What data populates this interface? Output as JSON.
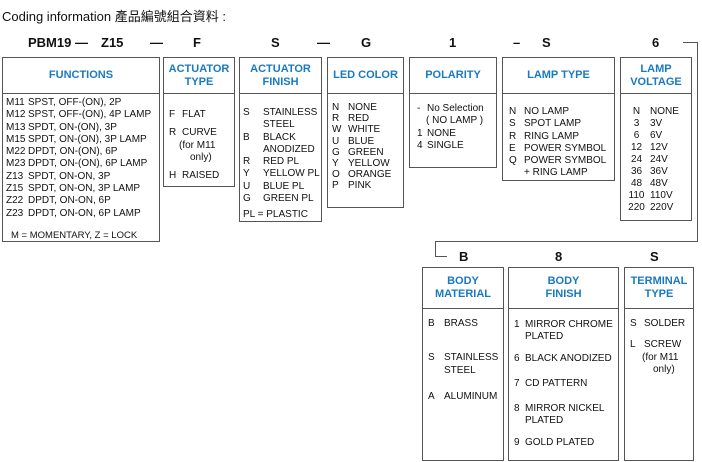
{
  "title": "Coding information 產品編號組合資料 :",
  "code": {
    "model": "PBM19",
    "dash1": "—",
    "c1": "Z15",
    "dash2": "—",
    "c2": "F",
    "c3": "S",
    "dash3": "—",
    "c4": "G",
    "c5": "1",
    "dash4": "–",
    "c6": "S",
    "c7": "6",
    "c8": "B",
    "c9": "8",
    "c10": "S"
  },
  "functions": {
    "header": "FUNCTIONS",
    "items": [
      {
        "code": "M11",
        "desc": "SPST, OFF-(ON), 2P"
      },
      {
        "code": "M12",
        "desc": "SPST, OFF-(ON), 4P LAMP"
      },
      {
        "code": "M13",
        "desc": "SPDT, ON-(ON), 3P"
      },
      {
        "code": "M15",
        "desc": "SPDT, ON-(ON), 3P LAMP"
      },
      {
        "code": "M22",
        "desc": "DPDT, ON-(ON), 6P"
      },
      {
        "code": "M23",
        "desc": "DPDT, ON-(ON), 6P LAMP"
      },
      {
        "code": "Z13",
        "desc": "SPDT, ON-ON, 3P"
      },
      {
        "code": "Z15",
        "desc": "SPDT, ON-ON, 3P LAMP"
      },
      {
        "code": "Z22",
        "desc": "DPDT, ON-ON, 6P"
      },
      {
        "code": "Z23",
        "desc": "DPDT, ON-ON, 6P LAMP"
      }
    ],
    "note": "M = MOMENTARY, Z = LOCK"
  },
  "actuator_type": {
    "header_1": "ACTUATOR",
    "header_2": "TYPE",
    "f_code": "F",
    "f_desc": "FLAT",
    "r_code": "R",
    "r_desc": "CURVE",
    "r_note_1": "(for M11",
    "r_note_2": "only)",
    "h_code": "H",
    "h_desc": "RAISED"
  },
  "actuator_finish": {
    "header_1": "ACTUATOR",
    "header_2": "FINISH",
    "items": [
      {
        "code": "S",
        "desc": "STAINLESS"
      },
      {
        "code": "",
        "desc": "STEEL"
      },
      {
        "code": "B",
        "desc": "BLACK"
      },
      {
        "code": "",
        "desc": "ANODIZED"
      },
      {
        "code": "R",
        "desc": "RED PL"
      },
      {
        "code": "Y",
        "desc": "YELLOW PL"
      },
      {
        "code": "U",
        "desc": "BLUE PL"
      },
      {
        "code": "G",
        "desc": "GREEN PL"
      }
    ],
    "note": "PL = PLASTIC"
  },
  "led_color": {
    "header": "LED COLOR",
    "items": [
      {
        "code": "N",
        "desc": "NONE"
      },
      {
        "code": "R",
        "desc": "RED"
      },
      {
        "code": "W",
        "desc": "WHITE"
      },
      {
        "code": "U",
        "desc": "BLUE"
      },
      {
        "code": "G",
        "desc": "GREEN"
      },
      {
        "code": "Y",
        "desc": "YELLOW"
      },
      {
        "code": "O",
        "desc": "ORANGE"
      },
      {
        "code": "P",
        "desc": "PINK"
      }
    ]
  },
  "polarity": {
    "header": "POLARITY",
    "sel_code": "-",
    "sel_desc": "No Selection",
    "sel_note": "( NO LAMP )",
    "one_code": "1",
    "one_desc": "NONE",
    "four_code": "4",
    "four_desc": "SINGLE"
  },
  "lamp_type": {
    "header": "LAMP TYPE",
    "items": [
      {
        "code": "N",
        "desc": "NO LAMP"
      },
      {
        "code": "S",
        "desc": "SPOT LAMP"
      },
      {
        "code": "R",
        "desc": "RING LAMP"
      },
      {
        "code": "E",
        "desc": "POWER SYMBOL"
      },
      {
        "code": "Q",
        "desc": "POWER SYMBOL"
      }
    ],
    "note": "+ RING LAMP"
  },
  "lamp_voltage": {
    "header_1": "LAMP",
    "header_2": "VOLTAGE",
    "items": [
      {
        "code": "N",
        "desc": "NONE"
      },
      {
        "code": "3",
        "desc": "3V"
      },
      {
        "code": "6",
        "desc": "6V"
      },
      {
        "code": "12",
        "desc": "12V"
      },
      {
        "code": "24",
        "desc": "24V"
      },
      {
        "code": "36",
        "desc": "36V"
      },
      {
        "code": "48",
        "desc": "48V"
      },
      {
        "code": "110",
        "desc": "110V"
      },
      {
        "code": "220",
        "desc": "220V"
      }
    ]
  },
  "body_material": {
    "header_1": "BODY",
    "header_2": "MATERIAL",
    "b_code": "B",
    "b_desc": "BRASS",
    "s_code": "S",
    "s_desc": "STAINLESS",
    "s_desc_2": "STEEL",
    "a_code": "A",
    "a_desc": "ALUMINUM"
  },
  "body_finish": {
    "header_1": "BODY",
    "header_2": "FINISH",
    "i1_code": "1",
    "i1_desc": "MIRROR CHROME",
    "i1_desc_2": "PLATED",
    "i6_code": "6",
    "i6_desc": "BLACK ANODIZED",
    "i7_code": "7",
    "i7_desc": "CD PATTERN",
    "i8_code": "8",
    "i8_desc": "MIRROR NICKEL",
    "i8_desc_2": "PLATED",
    "i9_code": "9",
    "i9_desc": "GOLD PLATED"
  },
  "terminal_type": {
    "header_1": "TERMINAL",
    "header_2": "TYPE",
    "s_code": "S",
    "s_desc": "SOLDER",
    "l_code": "L",
    "l_desc": "SCREW",
    "l_note_1": "(for M11",
    "l_note_2": "only)"
  }
}
